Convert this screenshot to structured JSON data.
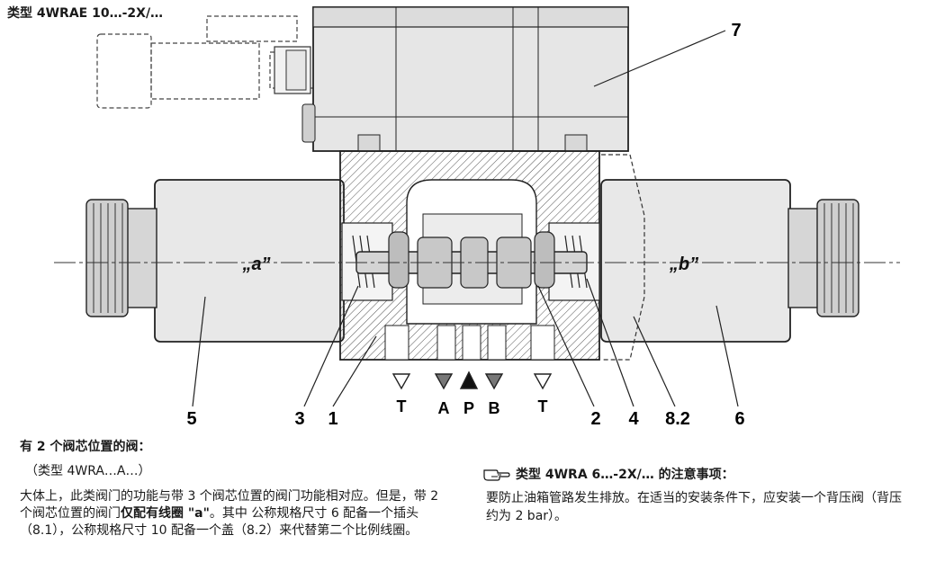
{
  "header": {
    "title": "类型 4WRAE 10…-2X/…"
  },
  "drawing": {
    "solenoid_labels": {
      "a": "„a”",
      "b": "„b”"
    },
    "callouts": {
      "c7": "7",
      "c5": "5",
      "c3": "3",
      "c1": "1",
      "c2": "2",
      "c4": "4",
      "c82": "8.2",
      "c6": "6"
    },
    "ports": {
      "t_left": "T",
      "a": "A",
      "p": "P",
      "b": "B",
      "t_right": "T"
    }
  },
  "section": {
    "heading": "有 2 个阀芯位置的阀：",
    "subheading": "（类型 4WRA…A…）",
    "body_1": "大体上，此类阀门的功能与带 3 个阀芯位置的阀门功能相对应。但是，带 2 个阀芯位置的阀门",
    "body_bold": "仅配有线圈 \"a\"",
    "body_2": "。其中 公称规格尺寸 6 配备一个插头（8.1），公称规格尺寸 10 配备一个盖（8.2）来代替第二个比例线圈。"
  },
  "note": {
    "icon": "pointing-hand-icon",
    "heading": "类型 4WRA 6…-2X/… 的注意事项：",
    "body": "要防止油箱管路发生排放。在适当的安装条件下，应安装一个背压阀（背压约为 2 bar）。"
  }
}
